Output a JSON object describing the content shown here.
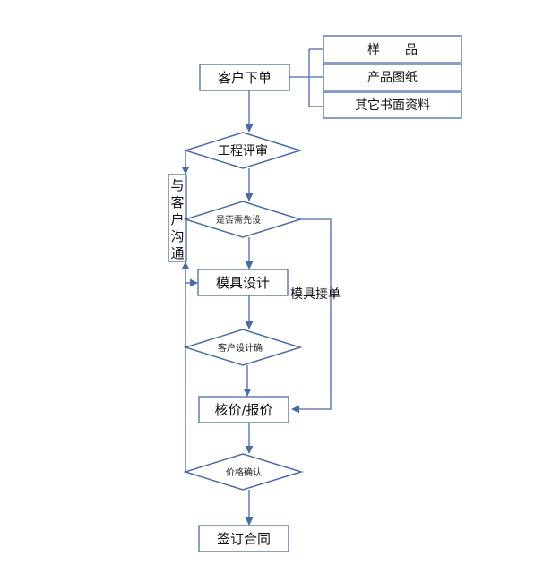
{
  "diagram": {
    "type": "flowchart",
    "colors": {
      "stroke": "#4a6aa8",
      "text": "#111111",
      "background": "#ffffff"
    },
    "nodes": {
      "order": {
        "label": "客户下单",
        "shape": "rect"
      },
      "sample": {
        "label": "样　　品",
        "shape": "rect"
      },
      "drawing": {
        "label": "产品图纸",
        "shape": "rect"
      },
      "docs": {
        "label": "其它书面资料",
        "shape": "rect"
      },
      "review": {
        "label": "工程评审",
        "shape": "diamond"
      },
      "need_design": {
        "label": "是否需先设",
        "shape": "diamond"
      },
      "communicate": {
        "label": "与客户沟通",
        "chars": [
          "与",
          "客",
          "户",
          "沟",
          "通"
        ],
        "shape": "rect-vertical"
      },
      "mold_design": {
        "label": "模具设计",
        "shape": "rect"
      },
      "design_confirm": {
        "label": "客户设计确",
        "shape": "diamond"
      },
      "quote": {
        "label": "核价/报价",
        "shape": "rect"
      },
      "price_confirm": {
        "label": "价格确认",
        "shape": "diamond"
      },
      "contract": {
        "label": "签订合同",
        "shape": "rect"
      }
    },
    "edge_labels": {
      "direct_order": "模具接单"
    },
    "edges": [
      {
        "from": "order",
        "to": [
          "sample",
          "drawing",
          "docs"
        ],
        "kind": "bracket"
      },
      {
        "from": "order",
        "to": "review"
      },
      {
        "from": "review",
        "to": "need_design"
      },
      {
        "from": "review",
        "to": "communicate"
      },
      {
        "from": "need_design",
        "to": "mold_design"
      },
      {
        "from": "need_design",
        "to": "quote",
        "label": "模具接单"
      },
      {
        "from": "mold_design",
        "to": "design_confirm"
      },
      {
        "from": "design_confirm",
        "to": "quote"
      },
      {
        "from": "design_confirm",
        "to": "mold_design",
        "kind": "feedback"
      },
      {
        "from": "quote",
        "to": "price_confirm"
      },
      {
        "from": "price_confirm",
        "to": "mold_design",
        "kind": "feedback"
      },
      {
        "from": "price_confirm",
        "to": "contract"
      }
    ]
  }
}
